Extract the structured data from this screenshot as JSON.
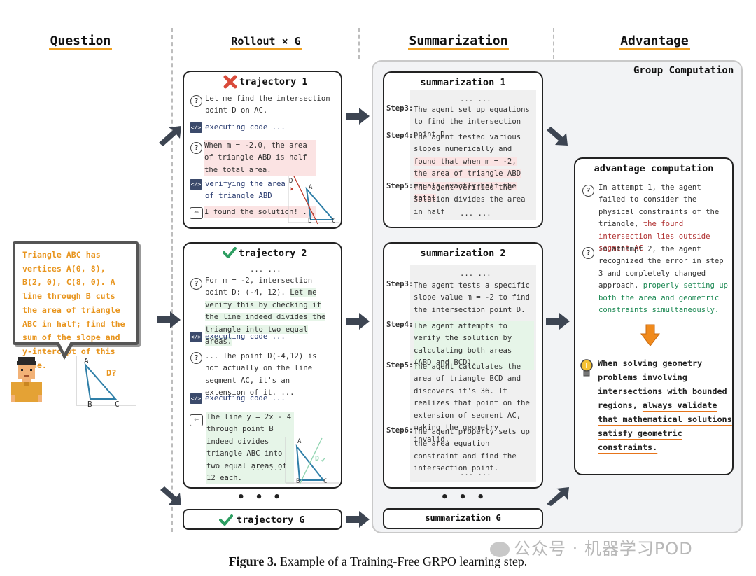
{
  "headers": {
    "question": "Question",
    "rollout": "Rollout × G",
    "summarization": "Summarization",
    "advantage": "Advantage"
  },
  "group_label": "Group Computation",
  "question": {
    "text": "Triangle ABC has vertices A(0, 8), B(2, 0), C(8, 0). A line through B cuts the area of triangle ABC in half; find the sum of the slope and y-intercept of this line.",
    "fig_a": "A",
    "fig_b": "B",
    "fig_c": "C",
    "fig_d": "D?"
  },
  "traj1": {
    "title": "trajectory 1",
    "l1": "Let me find the intersection point D on AC.",
    "code1": "executing code ...",
    "l2": "When m = -2.0, the area of triangle ABD is half the total area.",
    "verify": "verifying the area of triangle ABD ...",
    "found": "I found the solution! ...",
    "fig_d": "D",
    "fig_a": "A",
    "fig_b": "B",
    "fig_c": "C"
  },
  "traj2": {
    "title": "trajectory 2",
    "dots_top": "... ...",
    "l1a": "For m = -2, intersection point D: (-4, 12).",
    "l1b": "Let me verify this by checking if the line indeed divides the triangle into two equal areas.",
    "code1": "executing code ...",
    "l2": "... The point D(-4,12) is not actually on the line segment AC, it's an extension of it. ...",
    "code2": "executing code ...",
    "l3": "The line y = 2x - 4 through point B indeed divides triangle ABC into two equal areas of 12 each.",
    "dots_bottom": "... ...",
    "fig_a": "A",
    "fig_b": "B",
    "fig_c": "C",
    "fig_d": "D"
  },
  "trajG": {
    "title": "trajectory G"
  },
  "sum1": {
    "title": "summarization 1",
    "dots_top": "... ...",
    "s3_label": "Step3:",
    "s3": "The agent set up equations to find the intersection point D.",
    "s4_label": "Step4:",
    "s4a": "The agent tested various slopes numerically and",
    "s4b": "found that when m = -2, the area of triangle ABD equals exactly half the total",
    "s5_label": "Step5:",
    "s5": "The agent verified the solution divides the area in half",
    "dots_bottom": "... ..."
  },
  "sum2": {
    "title": "summarization 2",
    "dots_top": "... ...",
    "s3_label": "Step3:",
    "s3": "The agent tests a specific slope value m = -2 to find the intersection point D.",
    "s4_label": "Step4:",
    "s4": "The agent attempts to verify the solution by calculating both areas (ABD and BCD).",
    "s5_label": "Step5:",
    "s5": "The agent calculates the area of triangle BCD and discovers it's 36. It realizes that point on the extension of segment AC, making the geometry invalid.",
    "s6_label": "Step6:",
    "s6": "The agent properly sets up the area equation constraint and find the intersection point.",
    "dots_bottom": "... ..."
  },
  "sumG": {
    "title": "summarization G"
  },
  "advantage": {
    "title": "advantage computation",
    "p1a": "In attempt 1, the agent failed to consider the physical constraints of the triangle,",
    "p1b": "the found intersection lies outside segment AC",
    "p2a": "In attempt 2, the agent recognized the error in step 3 and completely changed approach,",
    "p2b": "properly setting up both the area and geometric constraints simultaneously.",
    "lesson_a": "When solving geometry problems involving intersections with bounded regions,",
    "lesson_b": "always validate that mathematical solutions satisfy geometric constraints."
  },
  "ellipsis": "• • •",
  "watermark": "公众号 · 机器学习POD",
  "caption_bold": "Figure 3.",
  "caption_text": "Example of a Training-Free GRPO learning step.",
  "colors": {
    "accent_orange": "#f0a020",
    "question_text": "#e8951e",
    "red_text": "#b03030",
    "green_text": "#1f8a55",
    "triangle": "#2f7fa8"
  },
  "icons": [
    "cross-icon",
    "check-icon",
    "question-icon",
    "code-icon",
    "return-icon",
    "lightbulb-icon",
    "arrow-icon",
    "person-icon"
  ]
}
